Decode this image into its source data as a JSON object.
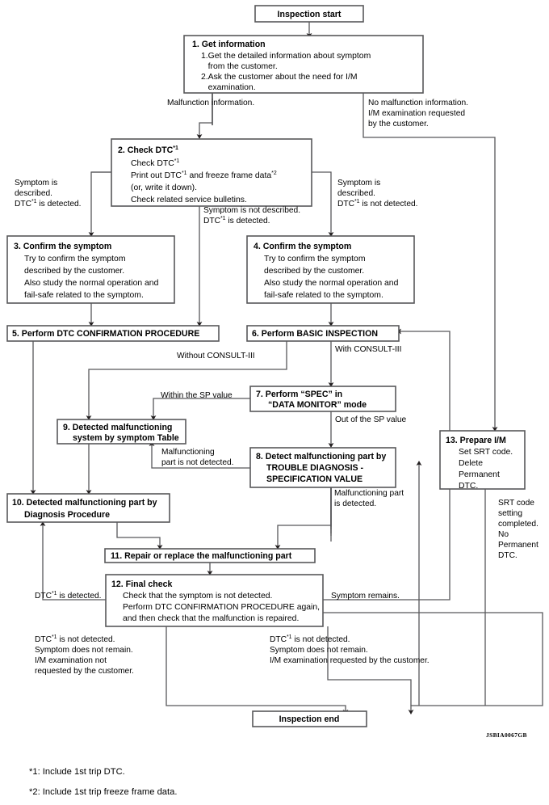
{
  "document": {
    "type": "diagnostic-flowchart",
    "reference_code": "JSBIA0067GB",
    "footnotes": [
      "*1: Include 1st trip DTC.",
      "*2: Include 1st trip freeze frame data."
    ]
  },
  "terminals": {
    "start": "Inspection start",
    "end": "Inspection end"
  },
  "boxes": {
    "b1": {
      "title": "1. Get information",
      "lines": [
        "1.Get the detailed information about symptom",
        "   from the customer.",
        "2.Ask the customer about the need for I/M",
        "   examination."
      ]
    },
    "b2": {
      "title_main": "2. Check DTC",
      "title_sup": "*1",
      "lines": [
        "Check DTC",
        "Print out DTC",
        "(or, write it down).",
        "Check related service bulletins."
      ],
      "line1_sup": "*1",
      "line2_sup": "*1",
      "line2_rest": " and freeze frame data",
      "line2_sup2": "*2"
    },
    "b3": {
      "title": "3. Confirm the symptom",
      "lines": [
        "Try to confirm the symptom",
        "described by the customer.",
        "Also study the normal operation and",
        "fail-safe related to the symptom."
      ]
    },
    "b4": {
      "title": "4. Confirm the symptom",
      "lines": [
        "Try to confirm the symptom",
        "described by the customer.",
        "Also study the normal operation and",
        "fail-safe related to the symptom."
      ]
    },
    "b5": {
      "title": "5. Perform DTC CONFIRMATION PROCEDURE"
    },
    "b6": {
      "title": "6. Perform BASIC INSPECTION"
    },
    "b7": {
      "lines": [
        "7. Perform “SPEC” in",
        "“DATA MONITOR” mode"
      ]
    },
    "b8": {
      "lines": [
        "8. Detect malfunctioning part by",
        "TROUBLE DIAGNOSIS -",
        "SPECIFICATION VALUE"
      ]
    },
    "b9": {
      "lines": [
        "9. Detected malfunctioning",
        "system by symptom Table"
      ]
    },
    "b10": {
      "lines": [
        "10. Detected malfunctioning part by",
        "Diagnosis Procedure"
      ]
    },
    "b11": {
      "title": "11. Repair or replace the malfunctioning part"
    },
    "b12": {
      "title": "12. Final check",
      "lines": [
        "Check that the symptom is not detected.",
        "Perform DTC CONFIRMATION PROCEDURE again,",
        "and then check that the malfunction is repaired."
      ]
    },
    "b13": {
      "title": "13. Prepare I/M",
      "lines": [
        "Set SRT code.",
        "Delete",
        "Permanent",
        "DTC."
      ]
    }
  },
  "edge_labels": {
    "malfunction_info": "Malfunction information.",
    "no_malfunction": [
      "No malfunction information.",
      "I/M examination requested",
      "by the customer."
    ],
    "symptom_described_dtc_detected": [
      "Symptom is",
      "described.",
      "DTC",
      " is detected."
    ],
    "symptom_described_dtc_detected_sup": "*1",
    "symptom_not_described": [
      "Symptom is not described.",
      "DTC",
      " is detected."
    ],
    "symptom_not_described_sup": "*1",
    "symptom_described_dtc_not_detected": [
      "Symptom is",
      "described.",
      "DTC",
      " is not detected."
    ],
    "symptom_described_dtc_not_detected_sup": "*1",
    "without_consult": "Without CONSULT-III",
    "with_consult": "With CONSULT-III",
    "within_sp": "Within the SP value",
    "out_of_sp": "Out of the SP value",
    "part_not_detected": [
      "Malfunctioning",
      "part is not detected."
    ],
    "part_detected": [
      "Malfunctioning part",
      "is detected."
    ],
    "srt_completed": [
      "SRT code",
      "setting",
      "completed.",
      "No",
      "Permanent",
      "DTC."
    ],
    "dtc_detected_left": [
      "DTC",
      " is detected."
    ],
    "dtc_detected_left_sup": "*1",
    "symptom_remains": "Symptom remains.",
    "final_left": [
      "DTC",
      " is not detected.",
      "Symptom does not remain.",
      "I/M examination not",
      "requested by the customer."
    ],
    "final_left_sup": "*1",
    "final_right": [
      "DTC",
      " is not detected.",
      "Symptom does not remain.",
      "I/M examination requested by the customer."
    ],
    "final_right_sup": "*1"
  },
  "colors": {
    "stroke": "#58585a",
    "text": "#000000",
    "background": "#ffffff"
  }
}
